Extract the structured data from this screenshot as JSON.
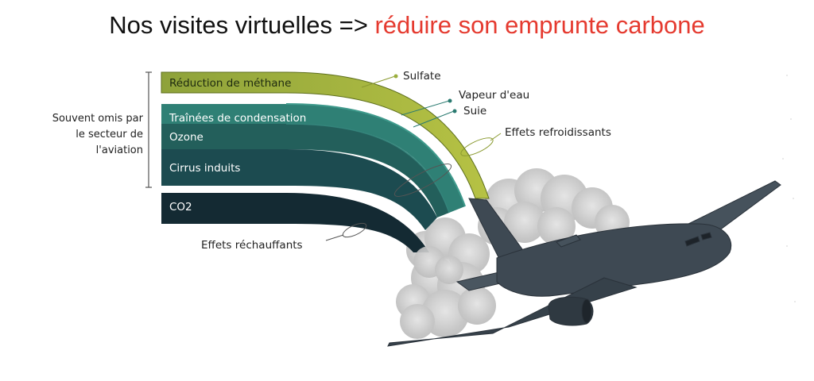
{
  "title": {
    "prefix": "Nos visites virtuelles => ",
    "highlight": "réduire son emprunte carbone",
    "highlight_color": "#e53a2f"
  },
  "diagram": {
    "bracket_label": [
      "Souvent omis par",
      "le secteur de",
      "l'aviation"
    ],
    "bands": [
      {
        "label": "Réduction de méthane",
        "color": "#9aae3c"
      },
      {
        "label": "Traînées de condensation",
        "color": "#2a7a70"
      },
      {
        "label": "Ozone",
        "color": "#1f5a58"
      },
      {
        "label": "Cirrus induits",
        "color": "#1d4a4f"
      },
      {
        "label": "CO2",
        "color": "#152a33"
      }
    ],
    "callouts": {
      "sulfate": "Sulfate",
      "vapeur": "Vapeur d'eau",
      "suie": "Suie",
      "refroidissants": "Effets refroidissants",
      "rechauffants": "Effets réchauffants"
    },
    "plane_color": "#3d4852"
  }
}
